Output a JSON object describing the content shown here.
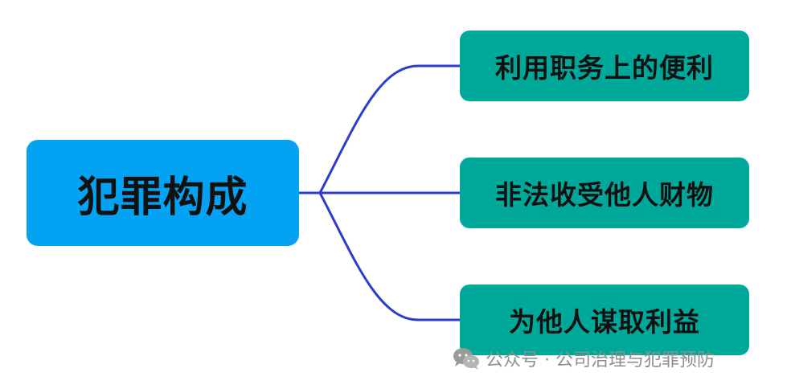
{
  "diagram": {
    "root": {
      "label": "犯罪构成"
    },
    "children": [
      {
        "label": "利用职务上的便利"
      },
      {
        "label": "非法收受他人财物"
      },
      {
        "label": "为他人谋取利益"
      }
    ],
    "colors": {
      "root_fill": "#03a2f2",
      "child_fill": "#00a89a",
      "connector": "#2b3ccf",
      "text": "#111111"
    }
  },
  "watermark": {
    "icon": "wechat-icon",
    "text": "公众号 · 公司治理与犯罪预防"
  }
}
